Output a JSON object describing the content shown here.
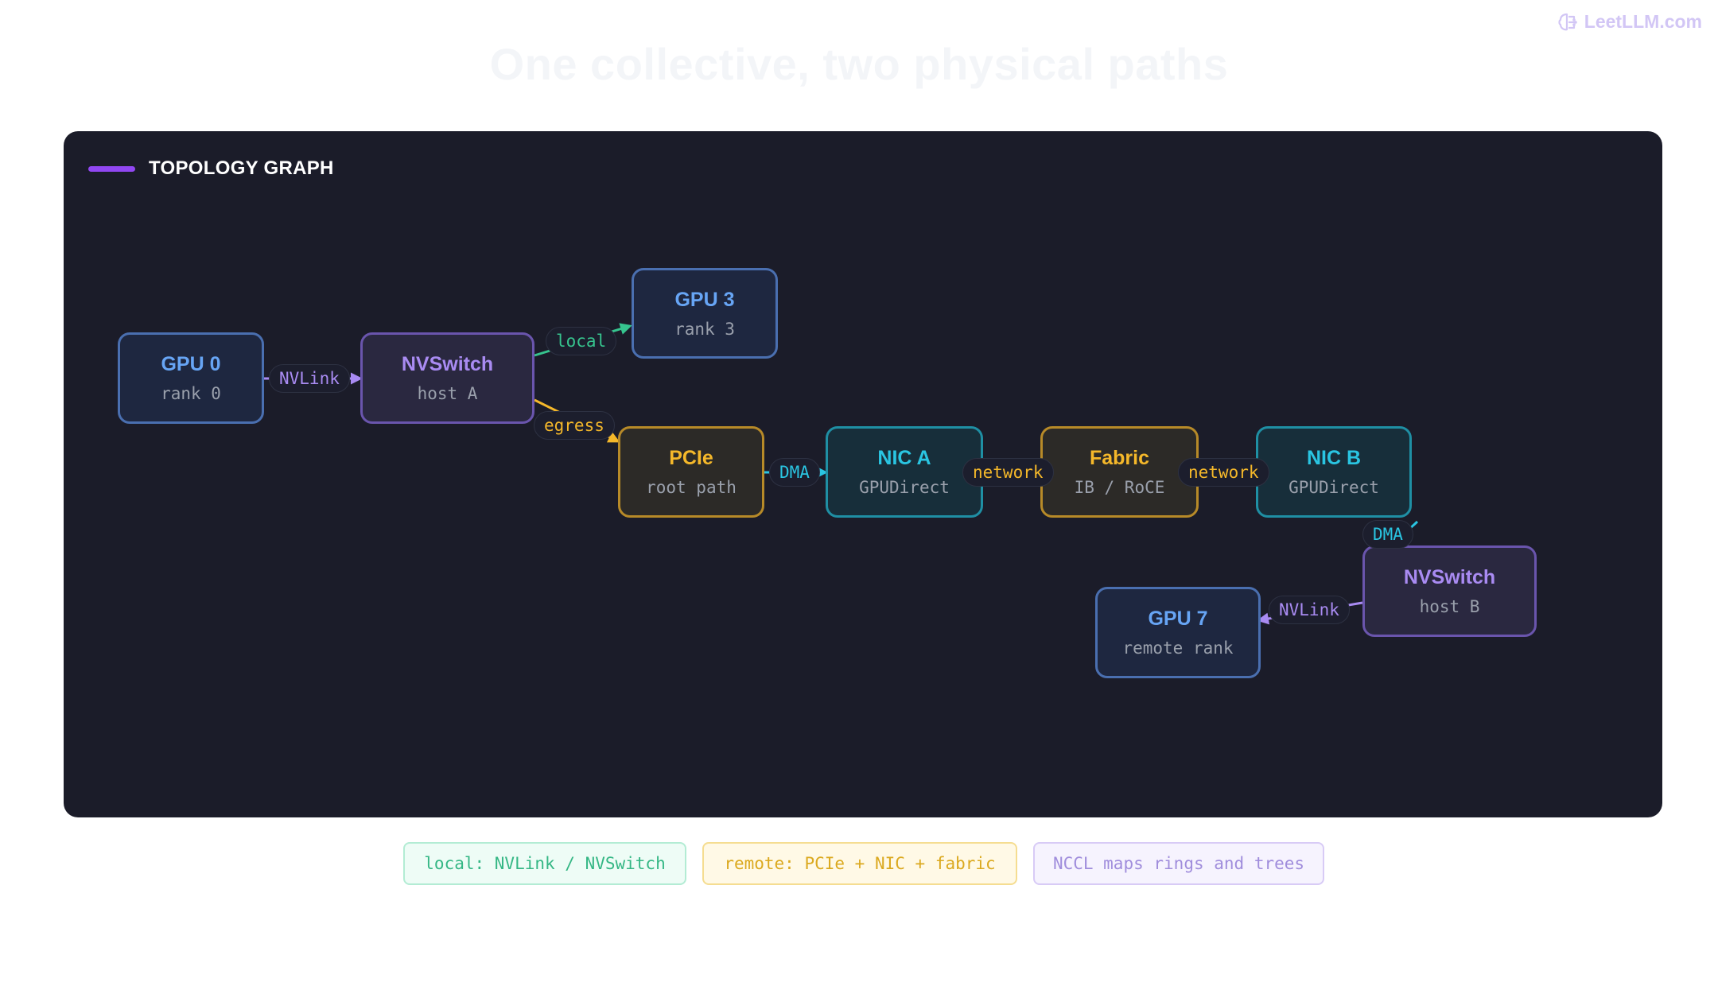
{
  "brand": {
    "text": "LeetLLM.com",
    "icon": "brain-circuit-icon"
  },
  "title": "One collective, two physical paths",
  "panel": {
    "label": "TOPOLOGY GRAPH",
    "accent": "#9147f2"
  },
  "nodes": {
    "gpu0": {
      "title": "GPU 0",
      "sub": "rank 0"
    },
    "nvswitch_a": {
      "title": "NVSwitch",
      "sub": "host A"
    },
    "gpu3": {
      "title": "GPU 3",
      "sub": "rank 3"
    },
    "pcie": {
      "title": "PCIe",
      "sub": "root path"
    },
    "nic_a": {
      "title": "NIC A",
      "sub": "GPUDirect"
    },
    "fabric": {
      "title": "Fabric",
      "sub": "IB / RoCE"
    },
    "nic_b": {
      "title": "NIC B",
      "sub": "GPUDirect"
    },
    "nvswitch_b": {
      "title": "NVSwitch",
      "sub": "host B"
    },
    "gpu7": {
      "title": "GPU 7",
      "sub": "remote rank"
    }
  },
  "edges": {
    "gpu0_nvs": "NVLink",
    "nvs_gpu3": "local",
    "nvs_pcie": "egress",
    "pcie_nic": "DMA",
    "nic_fabric": "network",
    "fabric_nic": "network",
    "nic_nvs": "DMA",
    "nvs_gpu7": "NVLink"
  },
  "legend": {
    "local": "local: NVLink / NVSwitch",
    "remote": "remote: PCIe + NIC + fabric",
    "nccl": "NCCL maps rings and trees"
  },
  "colors": {
    "gpu": "#67a5f5",
    "nvswitch": "#a98bf2",
    "local": "#36c48e",
    "remote": "#f5b82a",
    "nic": "#2ac5e2"
  }
}
